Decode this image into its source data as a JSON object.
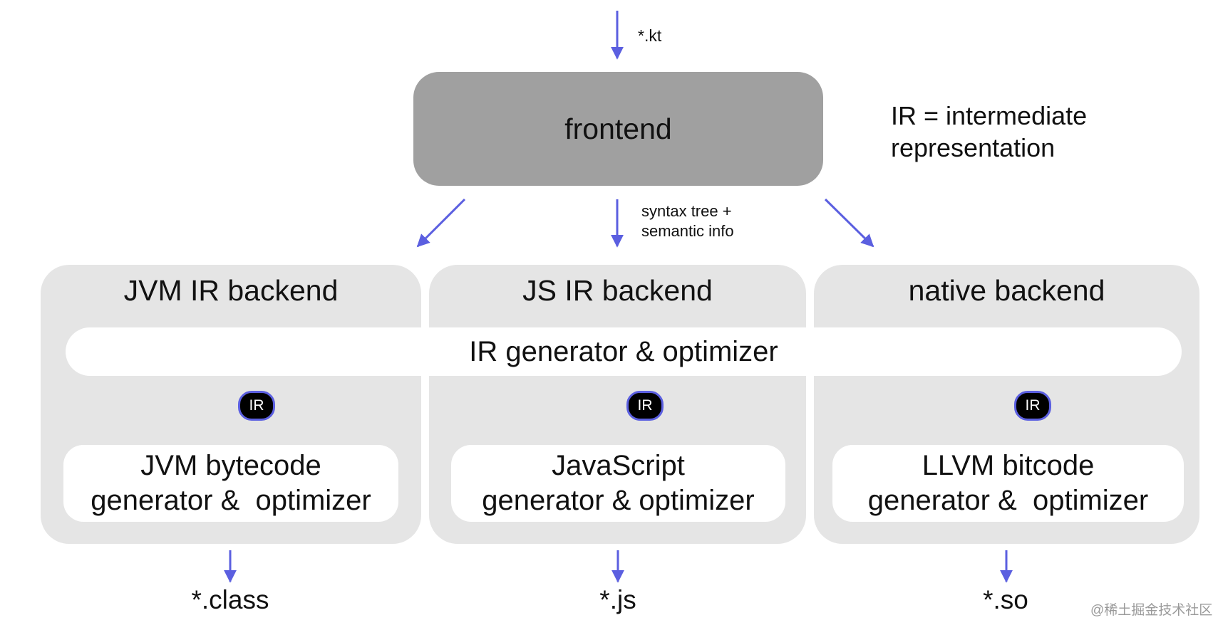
{
  "colors": {
    "arrow": "#5b5fe0",
    "frontend_box": "#a0a0a0",
    "backend_panel": "#e5e5e5",
    "ir_badge_bg": "#000000"
  },
  "input": {
    "label": "*.kt"
  },
  "frontend": {
    "label": "frontend"
  },
  "note": {
    "line1": "IR = intermediate",
    "line2": "representation"
  },
  "frontend_output": {
    "line1": "syntax tree +",
    "line2": "semantic info"
  },
  "ir_generator": {
    "label": "IR generator & optimizer"
  },
  "backends": [
    {
      "title": "JVM IR backend",
      "badge": "IR",
      "generator_line1": "JVM bytecode",
      "generator_line2": "generator &  optimizer",
      "output": "*.class"
    },
    {
      "title": "JS IR backend",
      "badge": "IR",
      "generator_line1": "JavaScript",
      "generator_line2": "generator & optimizer",
      "output": "*.js"
    },
    {
      "title": "native backend",
      "badge": "IR",
      "generator_line1": "LLVM bitcode",
      "generator_line2": "generator &  optimizer",
      "output": "*.so"
    }
  ],
  "watermark": "@稀土掘金技术社区"
}
